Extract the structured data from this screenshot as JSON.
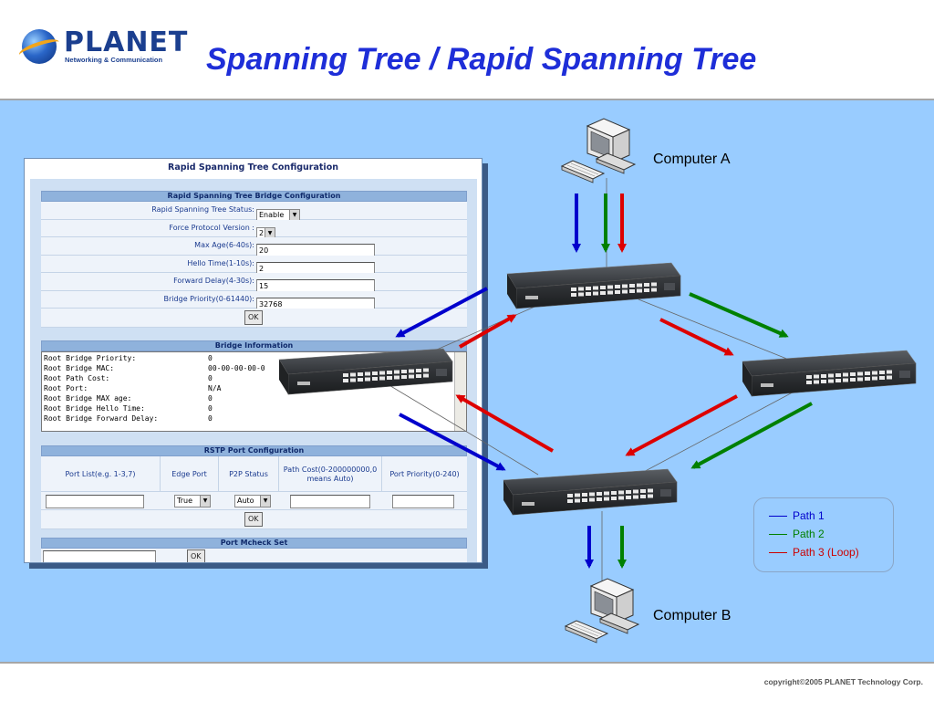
{
  "header": {
    "logo_text": "PLANET",
    "logo_tagline": "Networking & Communication",
    "title": "Spanning Tree / Rapid Spanning Tree"
  },
  "config_panel": {
    "title": "Rapid Spanning Tree Configuration",
    "bridge_config": {
      "heading": "Rapid Spanning Tree Bridge Configuration",
      "status_label": "Rapid Spanning Tree Status:",
      "status_value": "Enable",
      "force_protocol_label": "Force Protocol Version :",
      "force_protocol_value": "2",
      "max_age_label": "Max Age(6-40s):",
      "max_age_value": "20",
      "hello_time_label": "Hello Time(1-10s):",
      "hello_time_value": "2",
      "forward_delay_label": "Forward Delay(4-30s):",
      "forward_delay_value": "15",
      "bridge_priority_label": "Bridge Priority(0-61440):",
      "bridge_priority_value": "32768",
      "ok_label": "OK"
    },
    "bridge_info": {
      "heading": "Bridge Information",
      "lines": [
        {
          "key": "Root Bridge Priority:",
          "value": "0"
        },
        {
          "key": "Root Bridge MAC:",
          "value": "00-00-00-00-0"
        },
        {
          "key": "Root Path Cost:",
          "value": "0"
        },
        {
          "key": "Root Port:",
          "value": "N/A"
        },
        {
          "key": "Root Bridge MAX age:",
          "value": "0"
        },
        {
          "key": "Root Bridge Hello Time:",
          "value": "0"
        },
        {
          "key": "Root Bridge Forward Delay:",
          "value": "0"
        }
      ]
    },
    "rstp_port": {
      "heading": "RSTP Port Configuration",
      "col_port_list": "Port List(e.g. 1-3,7)",
      "col_edge_port": "Edge Port",
      "col_p2p_status": "P2P Status",
      "col_path_cost": "Path Cost(0-200000000,0 means Auto)",
      "col_port_priority": "Port Priority(0-240)",
      "edge_port_value": "True",
      "p2p_status_value": "Auto",
      "ok_label": "OK"
    },
    "port_mcheck": {
      "heading": "Port Mcheck Set",
      "ok_label": "OK"
    }
  },
  "diagram": {
    "computer_a_label": "Computer A",
    "computer_b_label": "Computer B"
  },
  "legend": {
    "items": [
      {
        "label": "Path 1",
        "color": "#0000cc"
      },
      {
        "label": "Path 2",
        "color": "#008000"
      },
      {
        "label": "Path 3 (Loop)",
        "color": "#cc0000"
      }
    ]
  },
  "colors": {
    "background": "#99ccff",
    "title": "#1e2ed8",
    "path1": "#0000cc",
    "path2": "#008000",
    "path3": "#dd0000"
  },
  "footer": {
    "copyright": "copyright©2005 PLANET Technology Corp."
  }
}
